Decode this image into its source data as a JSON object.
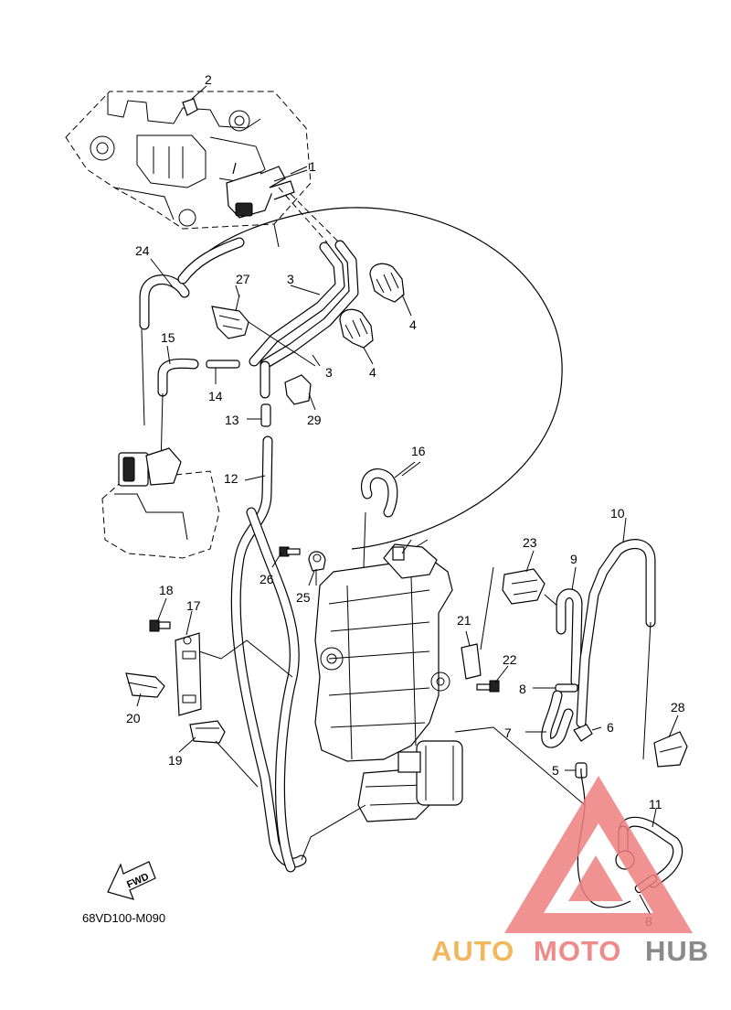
{
  "callouts": {
    "c1": "1",
    "c2": "2",
    "c3a": "3",
    "c3b": "3",
    "c4a": "4",
    "c4b": "4",
    "c5": "5",
    "c6": "6",
    "c7": "7",
    "c8a": "8",
    "c8b": "8",
    "c9": "9",
    "c10": "10",
    "c11": "11",
    "c12": "12",
    "c13": "13",
    "c14": "14",
    "c15": "15",
    "c16": "16",
    "c17": "17",
    "c18": "18",
    "c19": "19",
    "c20": "20",
    "c21": "21",
    "c22": "22",
    "c23": "23",
    "c24": "24",
    "c25": "25",
    "c26": "26",
    "c27": "27",
    "c28": "28",
    "c29": "29"
  },
  "fwd_label": "FWD",
  "diagram_code": "68VD100-M090",
  "watermark": {
    "part1": "AUTO",
    "part2": "MOTO",
    "part3": "HUB",
    "colors": {
      "auto": "#f2b75c",
      "moto": "#ef8a8a",
      "hub": "#8a8a8a",
      "triangle": "#ef7f7f"
    }
  }
}
